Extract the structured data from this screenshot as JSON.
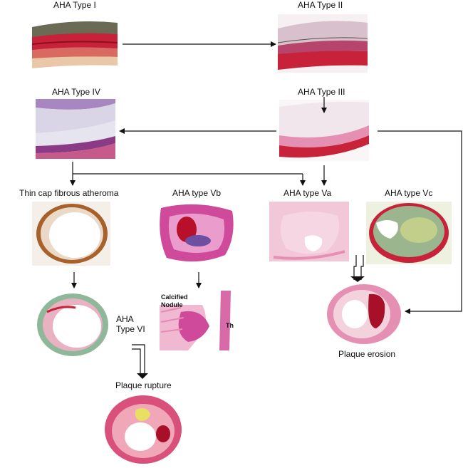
{
  "labels": {
    "type1": "AHA Type I",
    "type2": "AHA Type II",
    "type3": "AHA Type III",
    "type4": "AHA Type IV",
    "tcfa": "Thin cap fibrous atheroma",
    "type5b": "AHA type Vb",
    "type5a": "AHA type Va",
    "type5c": "AHA type Vc",
    "type6_line1": "AHA",
    "type6_line2": "Type VI",
    "rupture": "Plaque rupture",
    "erosion": "Plaque erosion",
    "nodule_line1": "Calcified",
    "nodule_line2": "Nodule",
    "thrombus": "Th"
  },
  "colors": {
    "line": "#111111",
    "stain_red": "#c8213a",
    "stain_pink": "#e58fb3",
    "stain_purple": "#a887c0",
    "stain_green": "#8fb79a",
    "stain_brown": "#a8612b"
  }
}
